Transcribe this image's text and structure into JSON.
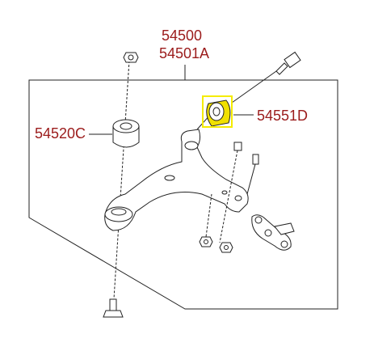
{
  "labels": {
    "main_part_1": "54500",
    "main_part_2": "54501A",
    "left_bushing": "54520C",
    "right_bushing": "54551D"
  },
  "colors": {
    "label_text": "#9b1b1b",
    "line": "#222222",
    "highlight_border": "#f5ec00",
    "highlight_fill": "#f0e000",
    "part_fill": "#ffffff"
  }
}
